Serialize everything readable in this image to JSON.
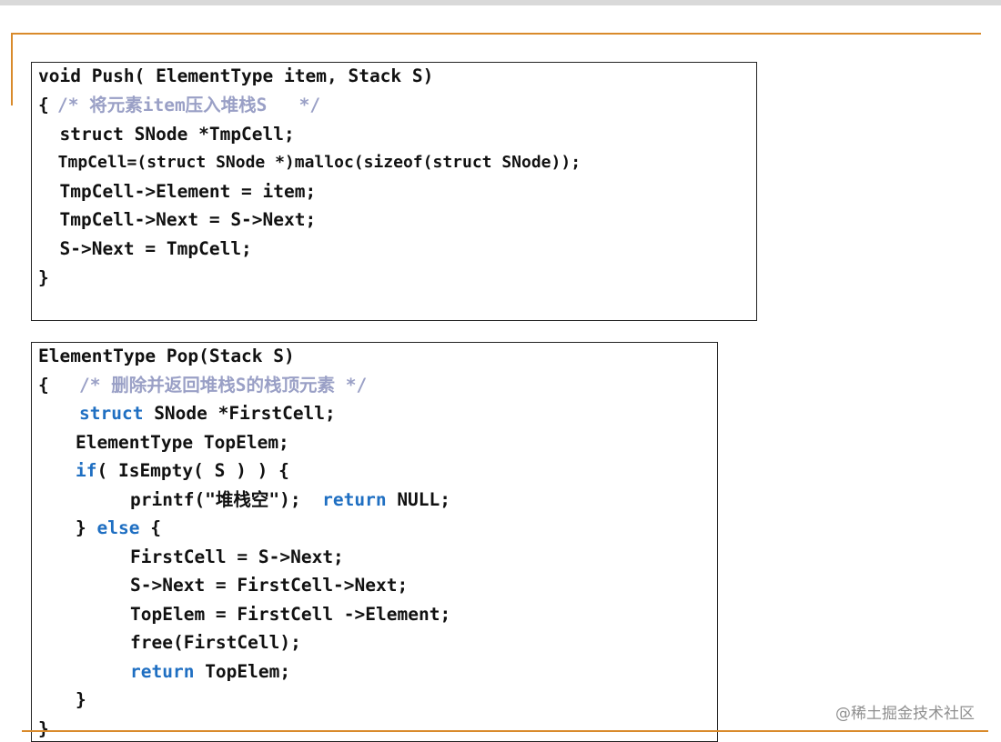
{
  "push_block": {
    "lines": [
      "void Push( ElementType item, Stack S)",
      "{",
      "  /* 将元素item压入堆栈S   */",
      "  struct SNode *TmpCell;",
      "  TmpCell=(struct SNode *)malloc(sizeof(struct SNode));",
      "  TmpCell->Element = item;",
      "  TmpCell->Next = S->Next;",
      "  S->Next = TmpCell;",
      "}"
    ]
  },
  "pop_block": {
    "l0": "ElementType Pop(Stack S)",
    "l1_brace": "{",
    "l1_comment": "/* 删除并返回堆栈S的栈顶元素 */",
    "l2_kw": "struct",
    "l2_rest": " SNode *FirstCell;",
    "l3": "ElementType TopElem;",
    "l4_kw": "if",
    "l4_rest": "( IsEmpty( S ) ) {",
    "l5_a": "printf(\"堆栈空\");  ",
    "l5_kw": "return",
    "l5_b": " NULL;",
    "l6_a": "} ",
    "l6_kw": "else",
    "l6_b": " {",
    "l7": "FirstCell = S->Next;",
    "l8": "S->Next = FirstCell->Next;",
    "l9": "TopElem = FirstCell ->Element;",
    "l10": "free(FirstCell);",
    "l11_kw": "return",
    "l11_rest": " TopElem;",
    "l12": "}",
    "l13": "}"
  },
  "watermark": "@稀土掘金技术社区",
  "colors": {
    "accent": "#d98a2b",
    "keyword": "#1f6fc2",
    "comment": "#9aa0c6"
  }
}
